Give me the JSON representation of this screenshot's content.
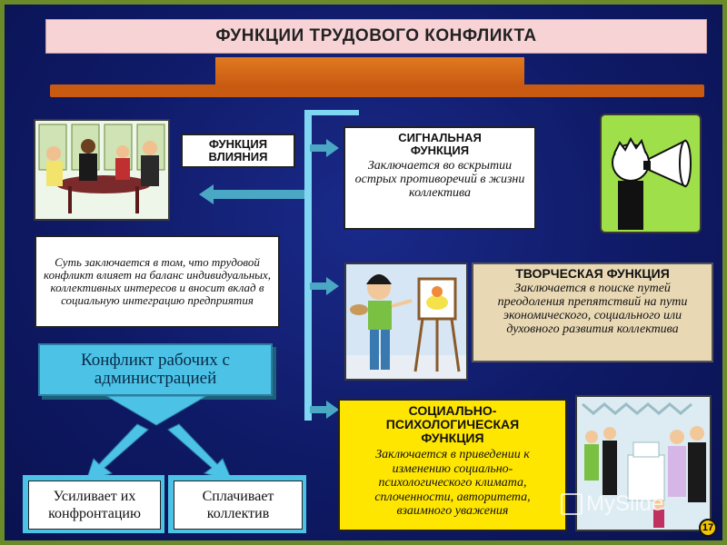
{
  "title": "ФУНКЦИИ ТРУДОВОГО КОНФЛИКТА",
  "influence": {
    "heading": "ФУНКЦИЯ ВЛИЯНИЯ",
    "description": "Суть заключается в том, что трудовой конфликт влияет на баланс индивидуальных, коллективных интересов и вносит вклад в социальную интеграцию предприятия"
  },
  "signal": {
    "heading": "СИГНАЛЬНАЯ ФУНКЦИЯ",
    "description": "Заключается во вскрытии острых противоречий в жизни коллектива"
  },
  "creative": {
    "heading": "ТВОРЧЕСКАЯ ФУНКЦИЯ",
    "description": "Заключается в поиске путей преодоления препятствий на пути экономического, социального или духовного развития коллектива"
  },
  "social": {
    "heading": "СОЦИАЛЬНО-ПСИХОЛОГИЧЕСКАЯ ФУНКЦИЯ",
    "description": "Заключается в приведении к изменению социально-психологического климата, сплоченности, авторитета, взаимного уважения"
  },
  "conflict": {
    "label": "Конфликт рабочих с администрацией",
    "outcome_left": "Усиливает их конфронтацию",
    "outcome_right": "Сплачивает коллектив"
  },
  "watermark": "MySlide",
  "page_number": "17",
  "colors": {
    "accent_orange": "#c95a12",
    "line_blue": "#7fd6f2",
    "frame_green": "#6b8a2a"
  }
}
